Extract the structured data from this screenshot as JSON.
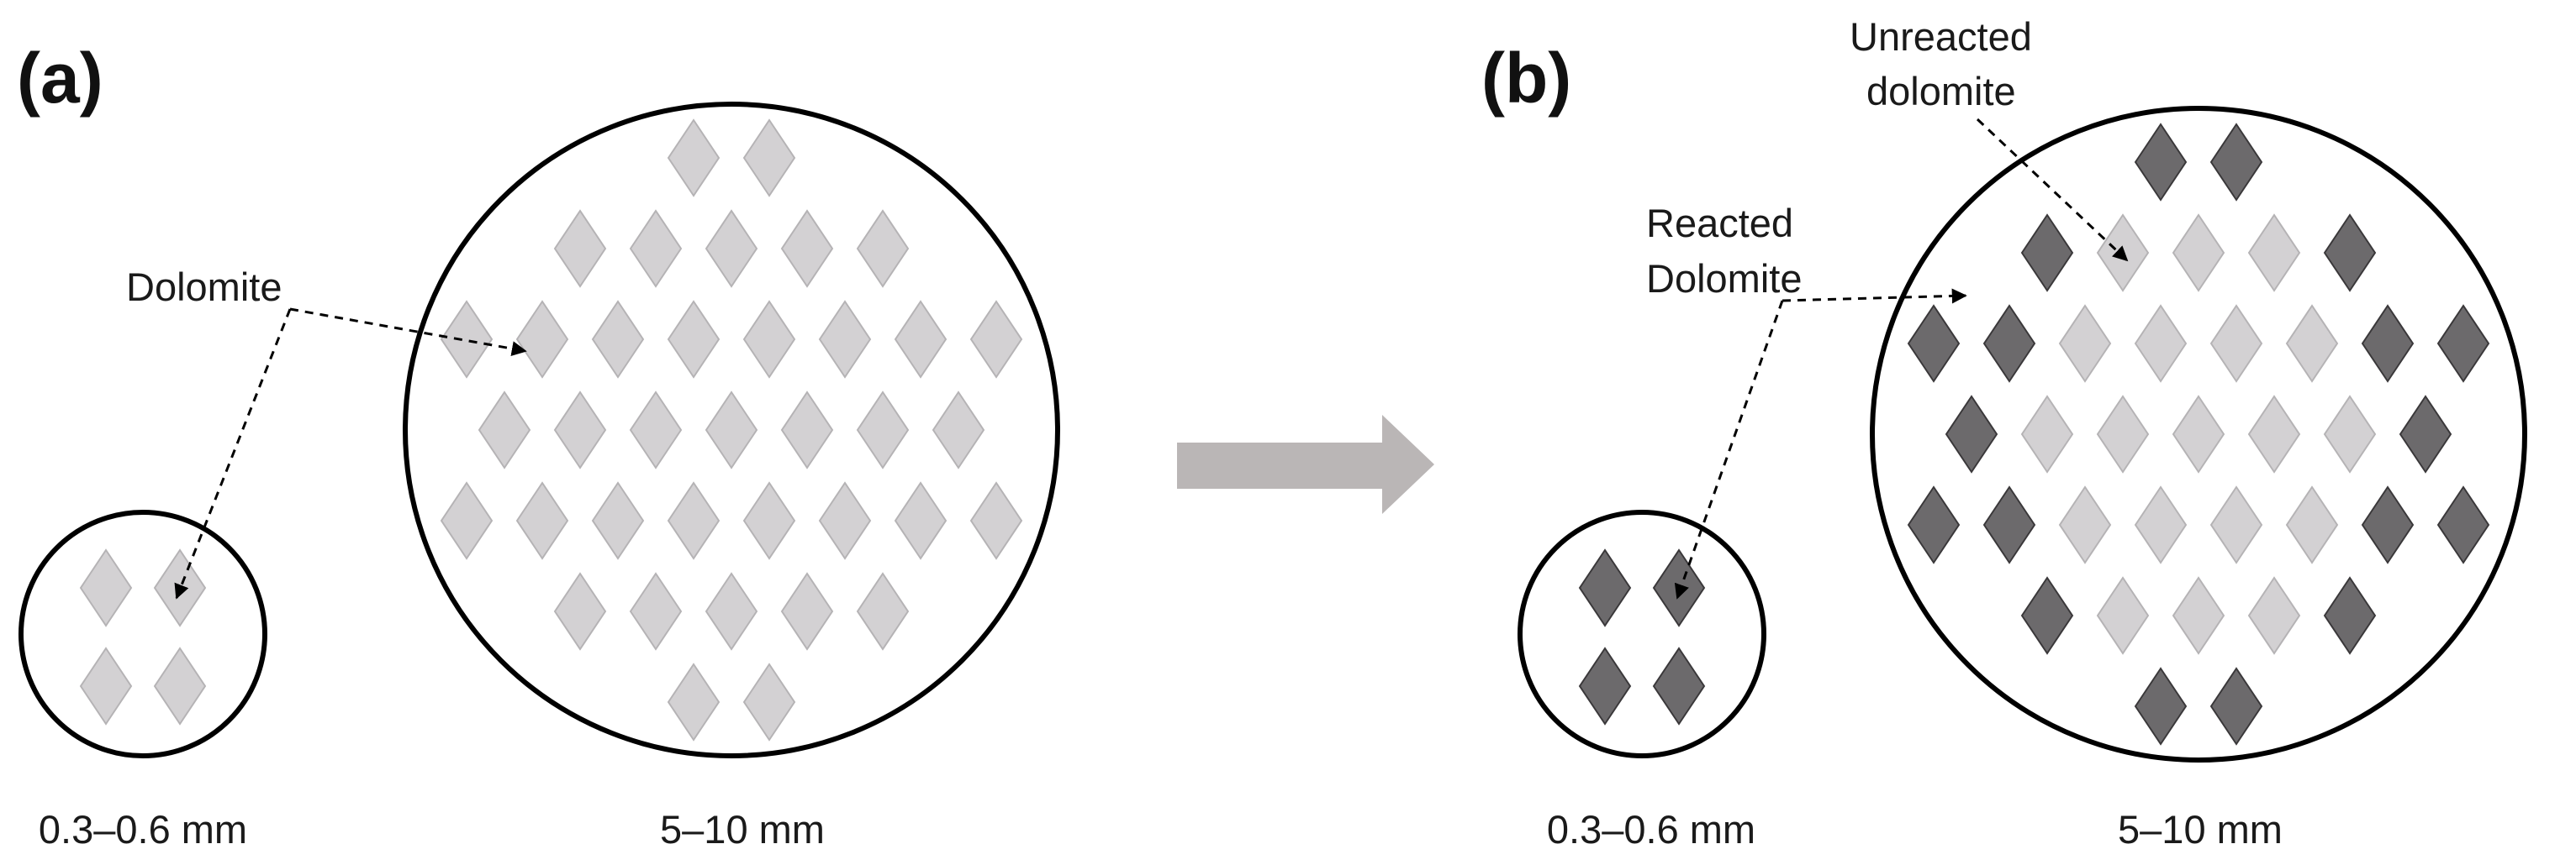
{
  "panels": [
    {
      "label": "(a)",
      "small_size": "0.3–0.6 mm",
      "large_size": "5–10 mm",
      "callouts": [
        "Dolomite"
      ]
    },
    {
      "label": "(b)",
      "small_size": "0.3–0.6 mm",
      "large_size": "5–10 mm",
      "callouts": [
        "Reacted",
        "Dolomite",
        "Unreacted",
        "dolomite"
      ]
    }
  ],
  "colors": {
    "unreacted": "#d3d1d3",
    "unreacted_edge": "#b5b3b5",
    "reacted": "#6c6a6c",
    "reacted_edge": "#3a383a",
    "arrow": "#bab6b6"
  }
}
